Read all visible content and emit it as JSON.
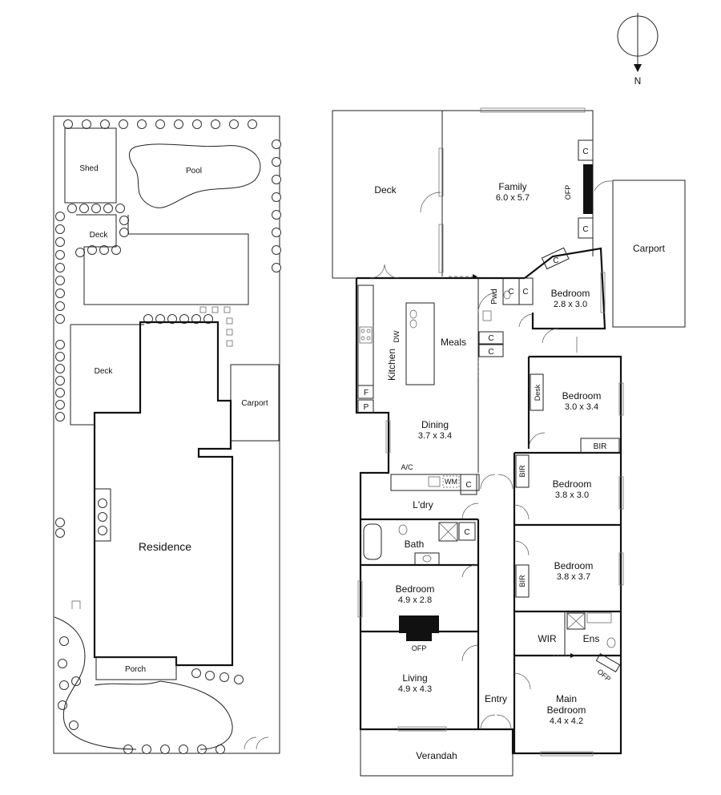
{
  "compass": {
    "label": "N"
  },
  "site_plan": {
    "shed": "Shed",
    "pool": "Pool",
    "deck_upper": "Deck",
    "deck_lower": "Deck",
    "carport": "Carport",
    "residence": "Residence",
    "porch": "Porch"
  },
  "floor_plan": {
    "deck": "Deck",
    "family": {
      "name": "Family",
      "size": "6.0 x 5.7"
    },
    "family_ofp": "OFP",
    "carport": "Carport",
    "bedroom_a": {
      "name": "Bedroom",
      "size": "2.8 x 3.0"
    },
    "pwd": "Pwd",
    "meals": "Meals",
    "kitchen": "Kitchen",
    "dw": "DW",
    "dining": {
      "name": "Dining",
      "size": "3.7 x 3.4"
    },
    "ac": "A/C",
    "wm": "WM",
    "laundry": "L'dry",
    "bath": "Bath",
    "bedroom_b": {
      "name": "Bedroom",
      "size": "4.9 x 2.8"
    },
    "bedroom_b_ofp": "OFP",
    "living": {
      "name": "Living",
      "size": "4.9 x 4.3"
    },
    "entry": "Entry",
    "verandah": "Verandah",
    "desk": "Desk",
    "bedroom_c": {
      "name": "Bedroom",
      "size": "3.0 x 3.4"
    },
    "bir_1": "BIR",
    "bir_2": "BIR",
    "bedroom_d": {
      "name": "Bedroom",
      "size": "3.8 x 3.0"
    },
    "bir_3": "BIR",
    "bedroom_e": {
      "name": "Bedroom",
      "size": "3.8 x 3.7"
    },
    "wir": "WIR",
    "ens": "Ens",
    "main_ofp": "OFP",
    "main_bedroom": {
      "name": "Main",
      "name2": "Bedroom",
      "size": "4.4 x 4.2"
    },
    "cupboard": "C",
    "fridge": "F",
    "pantry": "P"
  }
}
